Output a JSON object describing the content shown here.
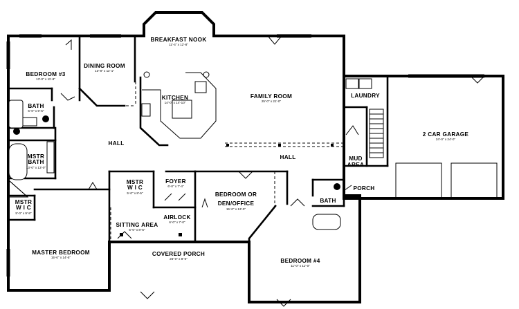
{
  "rooms": {
    "breakfast_nook": {
      "name": "BREAKFAST NOOK",
      "dim": "11'-4\" x 12'-8\""
    },
    "bedroom3": {
      "name": "BEDROOM #3",
      "dim": "13'-0\" x 11'-8\""
    },
    "dining_room": {
      "name": "DINING ROOM",
      "dim": "13'-8\" x 11'-1\""
    },
    "kitchen": {
      "name": "KITCHEN",
      "dim": "14'-0\" x 14'-10\""
    },
    "family_room": {
      "name": "FAMILY ROOM",
      "dim": "25'-0\" x 21'-0\""
    },
    "laundry": {
      "name": "LAUNDRY"
    },
    "bath_top": {
      "name": "BATH",
      "dim": "5'-0\" x 9'-5\""
    },
    "hall_left": {
      "name": "HALL"
    },
    "mstr_bath": {
      "name_line1": "MSTR",
      "name_line2": "BATH",
      "dim": "13'-0\" x 13'-0\""
    },
    "garage": {
      "name": "2 CAR GARAGE",
      "dim": "24'-0\" x 24'-0\""
    },
    "hall_right": {
      "name": "HALL"
    },
    "mud_area": {
      "name_line1": "MUD",
      "name_line2": "AREA"
    },
    "mstr_wic_center": {
      "name_line1": "MSTR",
      "name_line2": "W I C",
      "dim": "5'-0\" x 8'-5\""
    },
    "foyer": {
      "name": "FOYER",
      "dim": "6'-0\" x 7'-4\""
    },
    "bedroom_den": {
      "name_line1": "BEDROOM OR",
      "name_line2": "DEN/OFFICE",
      "dim": "15'-0\" x 13'-0\""
    },
    "porch": {
      "name": "PORCH"
    },
    "mstr_wic_left": {
      "name_line1": "MSTR",
      "name_line2": "W I C",
      "dim": "5'-0\" x 9'-8\""
    },
    "bath_right": {
      "name": "BATH"
    },
    "airlock": {
      "name": "AIRLOCK",
      "dim": "6'-0\" x 7'-0\""
    },
    "sitting_area": {
      "name": "SITTING AREA",
      "dim": "5'-0\" x 8'-5\""
    },
    "master_bedroom": {
      "name": "MASTER BEDROOM",
      "dim": "15'-0\" x 14'-5\""
    },
    "covered_porch": {
      "name": "COVERED PORCH",
      "dim": "26'-0\" x 8'-0\""
    },
    "bedroom4": {
      "name": "BEDROOM #4",
      "dim": "11'-0\" x 11'-0\""
    }
  },
  "colors": {
    "ink": "#000000",
    "paper": "#ffffff"
  }
}
